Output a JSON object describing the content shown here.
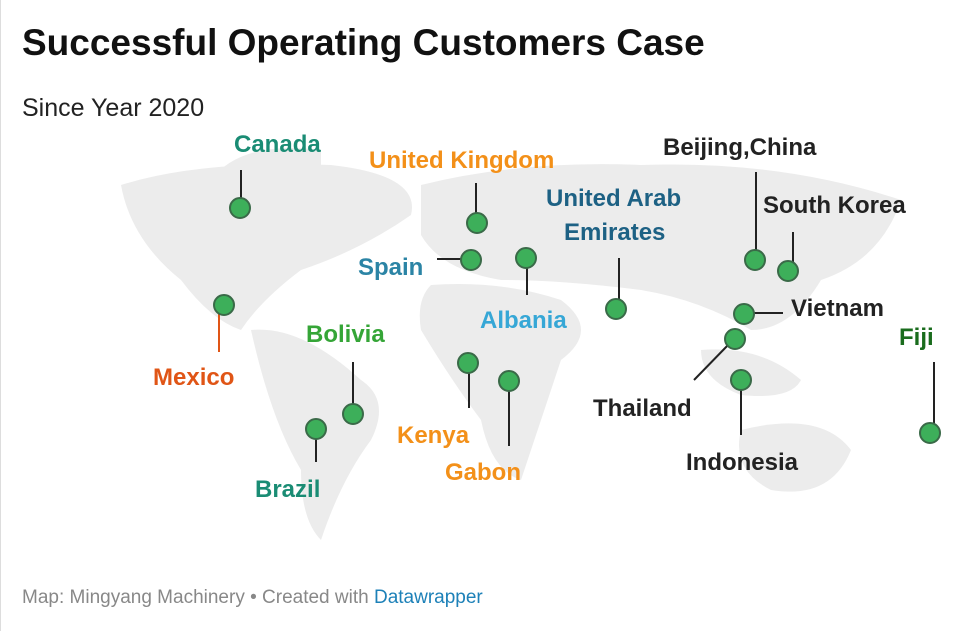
{
  "header": {
    "title": "Successful Operating Customers Case",
    "subtitle": "Since Year 2020"
  },
  "markers": [
    {
      "name": "Canada",
      "color": "#1a8c74"
    },
    {
      "name": "United Kingdom",
      "color": "#f39019"
    },
    {
      "name": "United Arab",
      "name2": "Emirates",
      "color": "#1d6184"
    },
    {
      "name": "Beijing,China",
      "color": "#222222"
    },
    {
      "name": "South Korea",
      "color": "#222222"
    },
    {
      "name": "Spain",
      "color": "#2b84a5"
    },
    {
      "name": "Albania",
      "color": "#36a7d6"
    },
    {
      "name": "Vietnam",
      "color": "#222222"
    },
    {
      "name": "Fiji",
      "color": "#1a6c1d"
    },
    {
      "name": "Mexico",
      "color": "#e05516"
    },
    {
      "name": "Bolivia",
      "color": "#35a537"
    },
    {
      "name": "Thailand",
      "color": "#222222"
    },
    {
      "name": "Kenya",
      "color": "#f39019"
    },
    {
      "name": "Gabon",
      "color": "#f39019"
    },
    {
      "name": "Indonesia",
      "color": "#222222"
    },
    {
      "name": "Brazil",
      "color": "#1a8c74"
    }
  ],
  "footer": {
    "prefix": "Map: Mingyang Machinery • Created with ",
    "link": "Datawrapper"
  }
}
